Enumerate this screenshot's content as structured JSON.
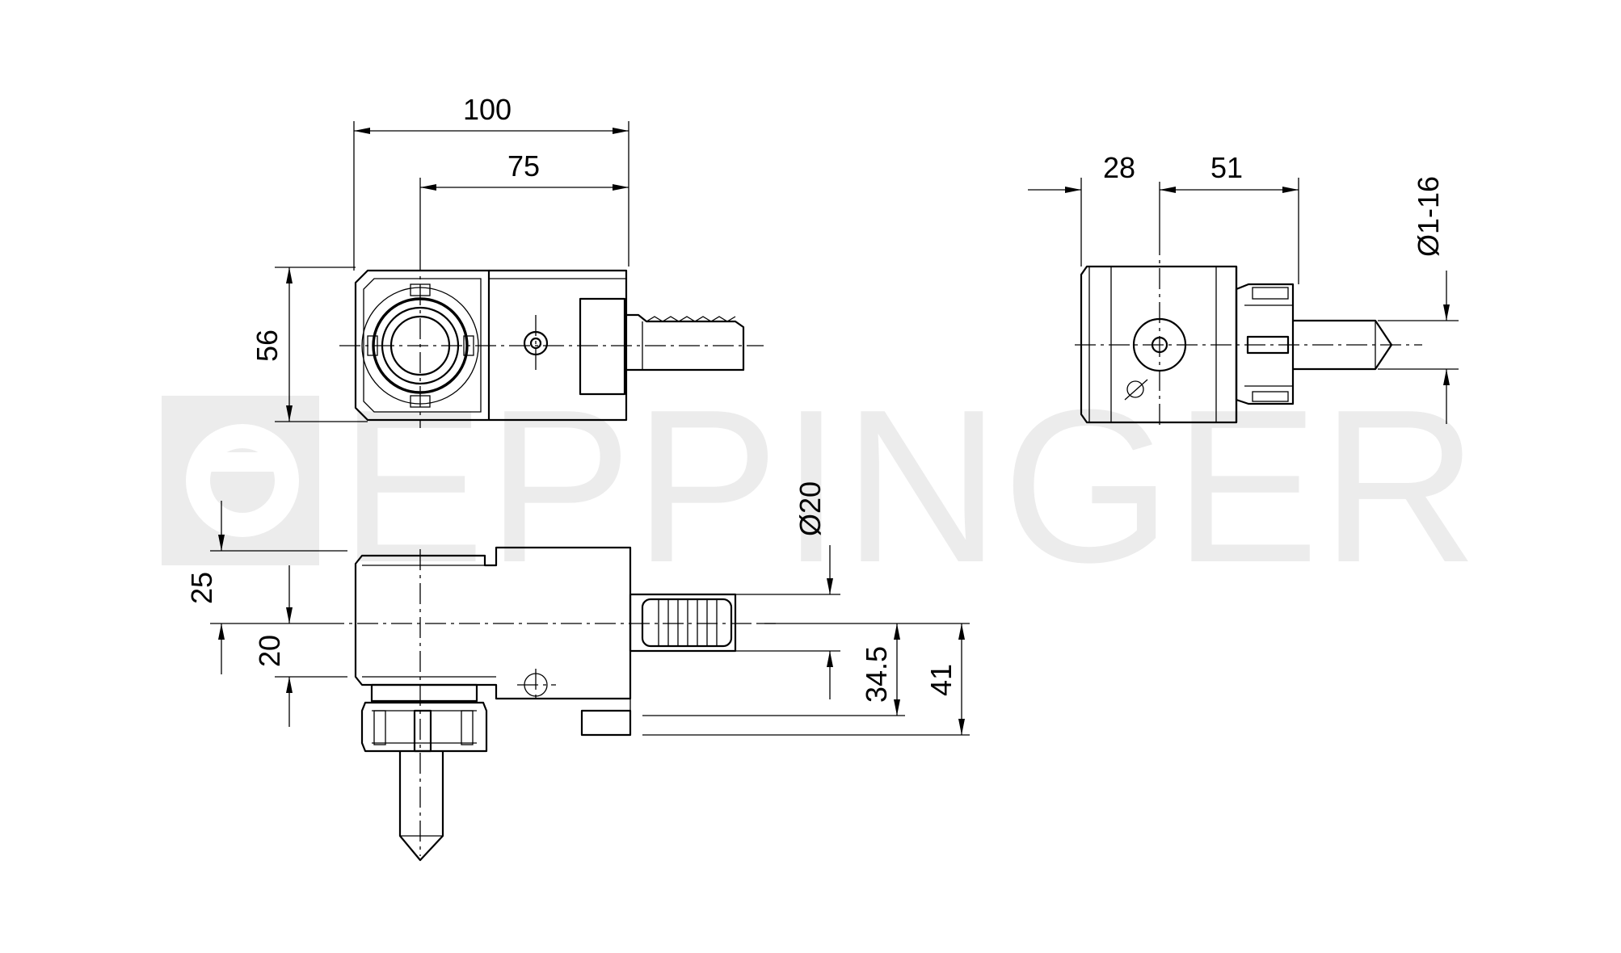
{
  "watermark": {
    "brand": "EPPINGER"
  },
  "dimensions": {
    "width_total": "100",
    "width_axis": "75",
    "height_head": "56",
    "side_left": "28",
    "side_right": "51",
    "collet_range": "Ø1-16",
    "shank_dia": "Ø20",
    "offset_top": "25",
    "offset_mid": "20",
    "height_axis": "34.5",
    "height_total": "41"
  },
  "colors": {
    "line": "#000000",
    "watermark": "#ececec",
    "background": "#ffffff"
  }
}
